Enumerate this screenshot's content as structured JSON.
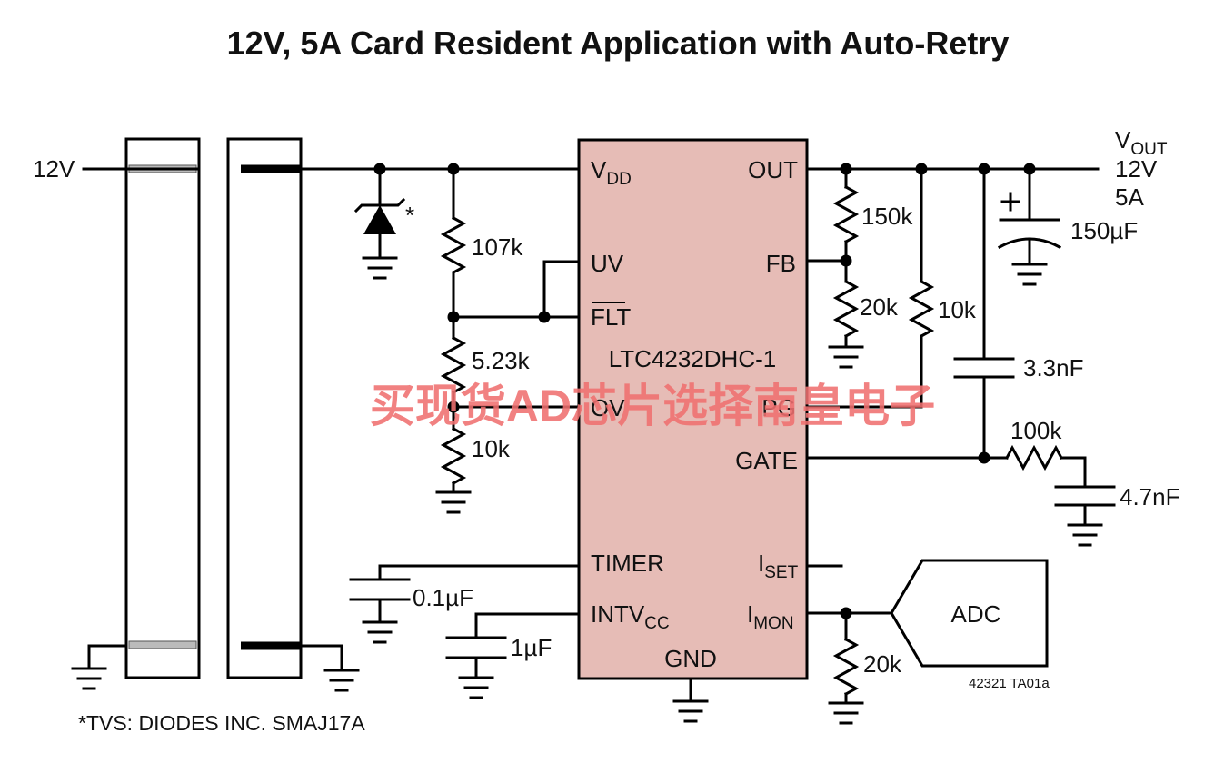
{
  "title": "12V, 5A Card Resident Application with Auto-Retry",
  "input": {
    "voltage": "12V"
  },
  "output": {
    "v_main": "V",
    "v_sub": "OUT",
    "voltage": "12V",
    "current": "5A"
  },
  "ic": {
    "part": "LTC4232DHC-1",
    "fill_color": "#e6bcb6",
    "pins": {
      "vdd_main": "V",
      "vdd_sub": "DD",
      "uv": "UV",
      "flt": "FLT",
      "ov": "OV",
      "timer": "TIMER",
      "intvcc_main": "INTV",
      "intvcc_sub": "CC",
      "gnd": "GND",
      "out": "OUT",
      "fb": "FB",
      "pg": "PG",
      "gate": "GATE",
      "iset_main": "I",
      "iset_sub": "SET",
      "imon_main": "I",
      "imon_sub": "MON"
    }
  },
  "components": {
    "r_uv_top": "107k",
    "r_uv_mid": "5.23k",
    "r_uv_bot": "10k",
    "r_fb_top": "150k",
    "r_fb_bot": "20k",
    "r_pg": "10k",
    "c_out": "150µF",
    "c_gate": "3.3nF",
    "r_gate": "100k",
    "c_gate2": "4.7nF",
    "c_timer": "0.1µF",
    "c_intvcc": "1µF",
    "r_imon": "20k",
    "adc": "ADC",
    "tvs_mark": "*"
  },
  "footnote": "*TVS: DIODES INC. SMAJ17A",
  "figure_id": "42321 TA01a",
  "watermark": "买现货AD芯片选择南皇电子"
}
